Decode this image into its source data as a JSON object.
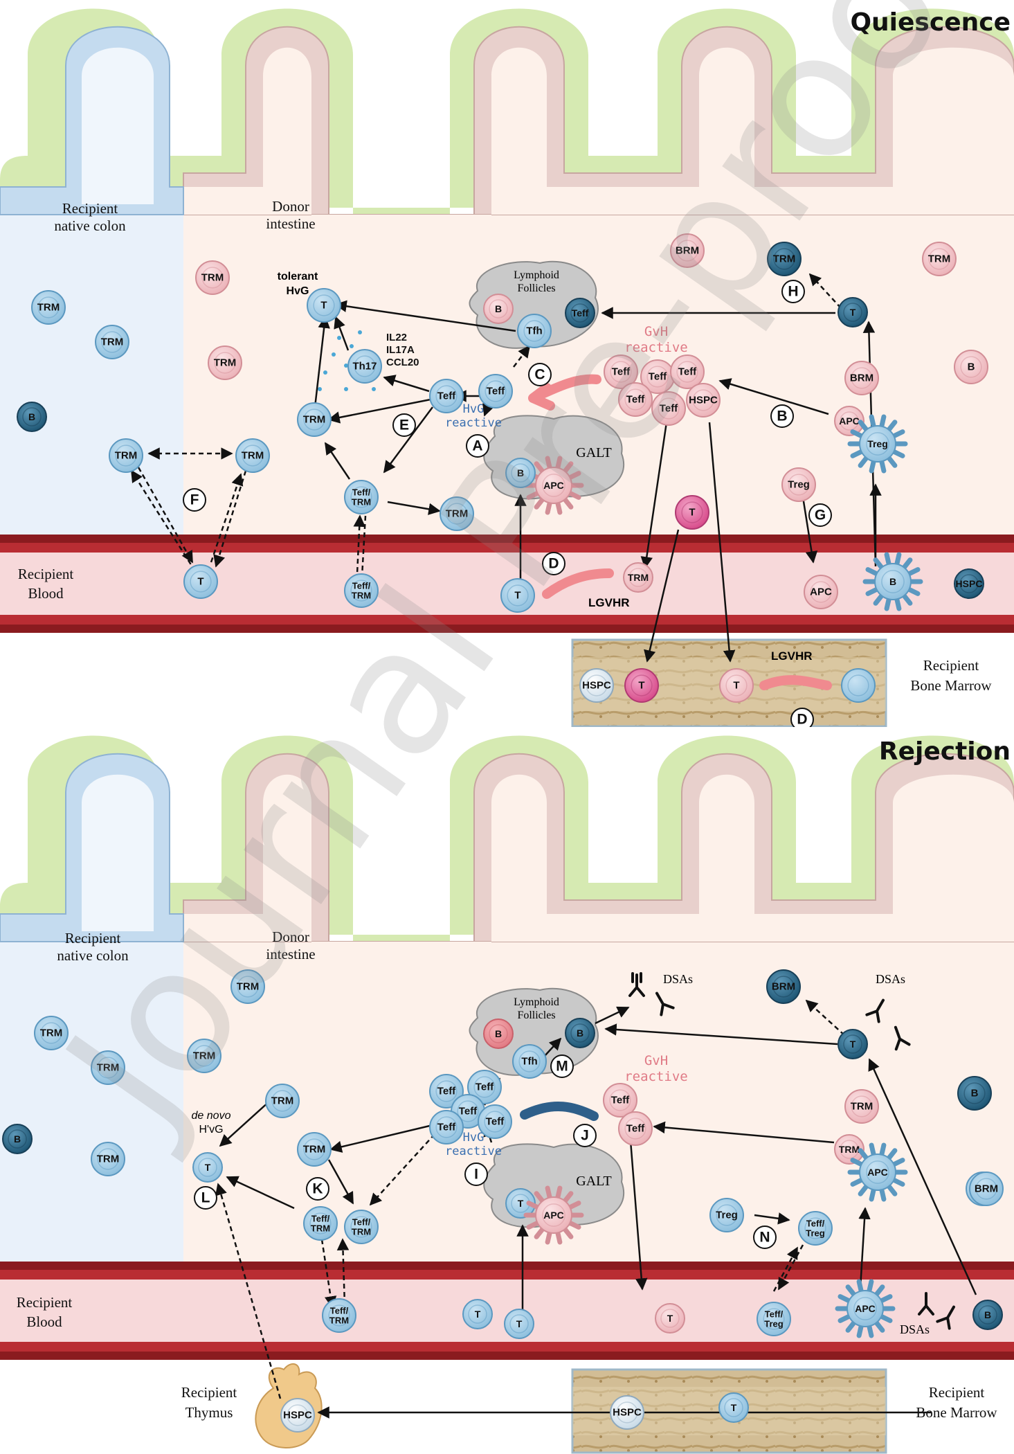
{
  "panels": {
    "top": {
      "title": "Quiescence",
      "regions": {
        "colon_l1": "Recipient",
        "colon_l2": "native colon",
        "intestine_l1": "Donor",
        "intestine_l2": "intestine",
        "blood_l1": "Recipient",
        "blood_l2": "Blood",
        "marrow_l1": "Recipient",
        "marrow_l2": "Bone Marrow"
      },
      "labels": {
        "tolerant_l1": "tolerant",
        "tolerant_l2": "HvG",
        "cyto1": "IL22",
        "cyto2": "IL17A",
        "cyto3": "CCL20",
        "hvg_l1": "HvG",
        "hvg_l2": "reactive",
        "gvh_l1": "GvH",
        "gvh_l2": "reactive",
        "lgvhr_blood": "LGVHR",
        "lgvhr_marrow": "LGVHR",
        "lymph_l1": "Lymphoid",
        "lymph_l2": "Follicles",
        "galt": "GALT"
      },
      "steps": [
        "A",
        "B",
        "C",
        "D",
        "D",
        "E",
        "F",
        "G",
        "H"
      ],
      "cells": [
        "TRM",
        "TRM",
        "B",
        "TRM",
        "TRM",
        "TRM",
        "TRM",
        "T",
        "Th17",
        "TRM",
        "Teff",
        "Teff",
        "Teff/\nTRM",
        "TRM",
        "Teff/\nTRM",
        "T",
        "T",
        "APC",
        "B",
        "Tfh",
        "B",
        "Teff",
        "Teff",
        "Teff",
        "Teff",
        "Teff",
        "Teff",
        "HSPC",
        "T",
        "TRM",
        "BRM",
        "TRM",
        "TRM",
        "BRM",
        "B",
        "T",
        "APC",
        "Treg",
        "Treg",
        "APC",
        "B",
        "HSPC",
        "HSPC",
        "T",
        "T"
      ]
    },
    "bottom": {
      "title": "Rejection",
      "regions": {
        "colon_l1": "Recipient",
        "colon_l2": "native colon",
        "intestine_l1": "Donor",
        "intestine_l2": "intestine",
        "blood_l1": "Recipient",
        "blood_l2": "Blood",
        "thymus_l1": "Recipient",
        "thymus_l2": "Thymus",
        "marrow_l1": "Recipient",
        "marrow_l2": "Bone Marrow"
      },
      "labels": {
        "denovo_l1": "de novo",
        "denovo_l2": "H'vG",
        "hvg_l1": "HvG",
        "hvg_l2": "reactive",
        "gvh_l1": "GvH",
        "gvh_l2": "reactive",
        "dsa1": "DSAs",
        "dsa2": "DSAs",
        "dsa3": "DSAs",
        "lymph_l1": "Lymphoid",
        "lymph_l2": "Follicles",
        "galt": "GALT"
      },
      "steps": [
        "I",
        "J",
        "K",
        "L",
        "M",
        "N"
      ],
      "cells": [
        "TRM",
        "TRM",
        "TRM",
        "B",
        "TRM",
        "TRM",
        "TRM",
        "TRM",
        "T",
        "TRM",
        "Teff/\nTRM",
        "Teff/\nTRM",
        "Teff/\nTRM",
        "Teff",
        "Teff",
        "Teff",
        "Teff",
        "Teff",
        "T",
        "T",
        "T",
        "APC",
        "B",
        "Tfh",
        "B",
        "Teff",
        "Teff",
        "T",
        "BRM",
        "B",
        "TRM",
        "BRM",
        "TRM",
        "T",
        "APC",
        "Treg",
        "Teff/\nTreg",
        "Teff/\nTreg",
        "APC",
        "B",
        "HSPC",
        "HSPC",
        "T"
      ]
    }
  },
  "watermark": "Journal Pre-proofs",
  "colors": {
    "donor_cell": "#f2c4c8",
    "recipient_cell": "#a7cfe8",
    "b_cell_dark": "#2f6f8f",
    "epithelium_green": "#d6eab2",
    "blood_vessel": "#8a1b1f",
    "arrow_pink": "#f08a8f",
    "arrow_blue": "#2e5f8a"
  }
}
